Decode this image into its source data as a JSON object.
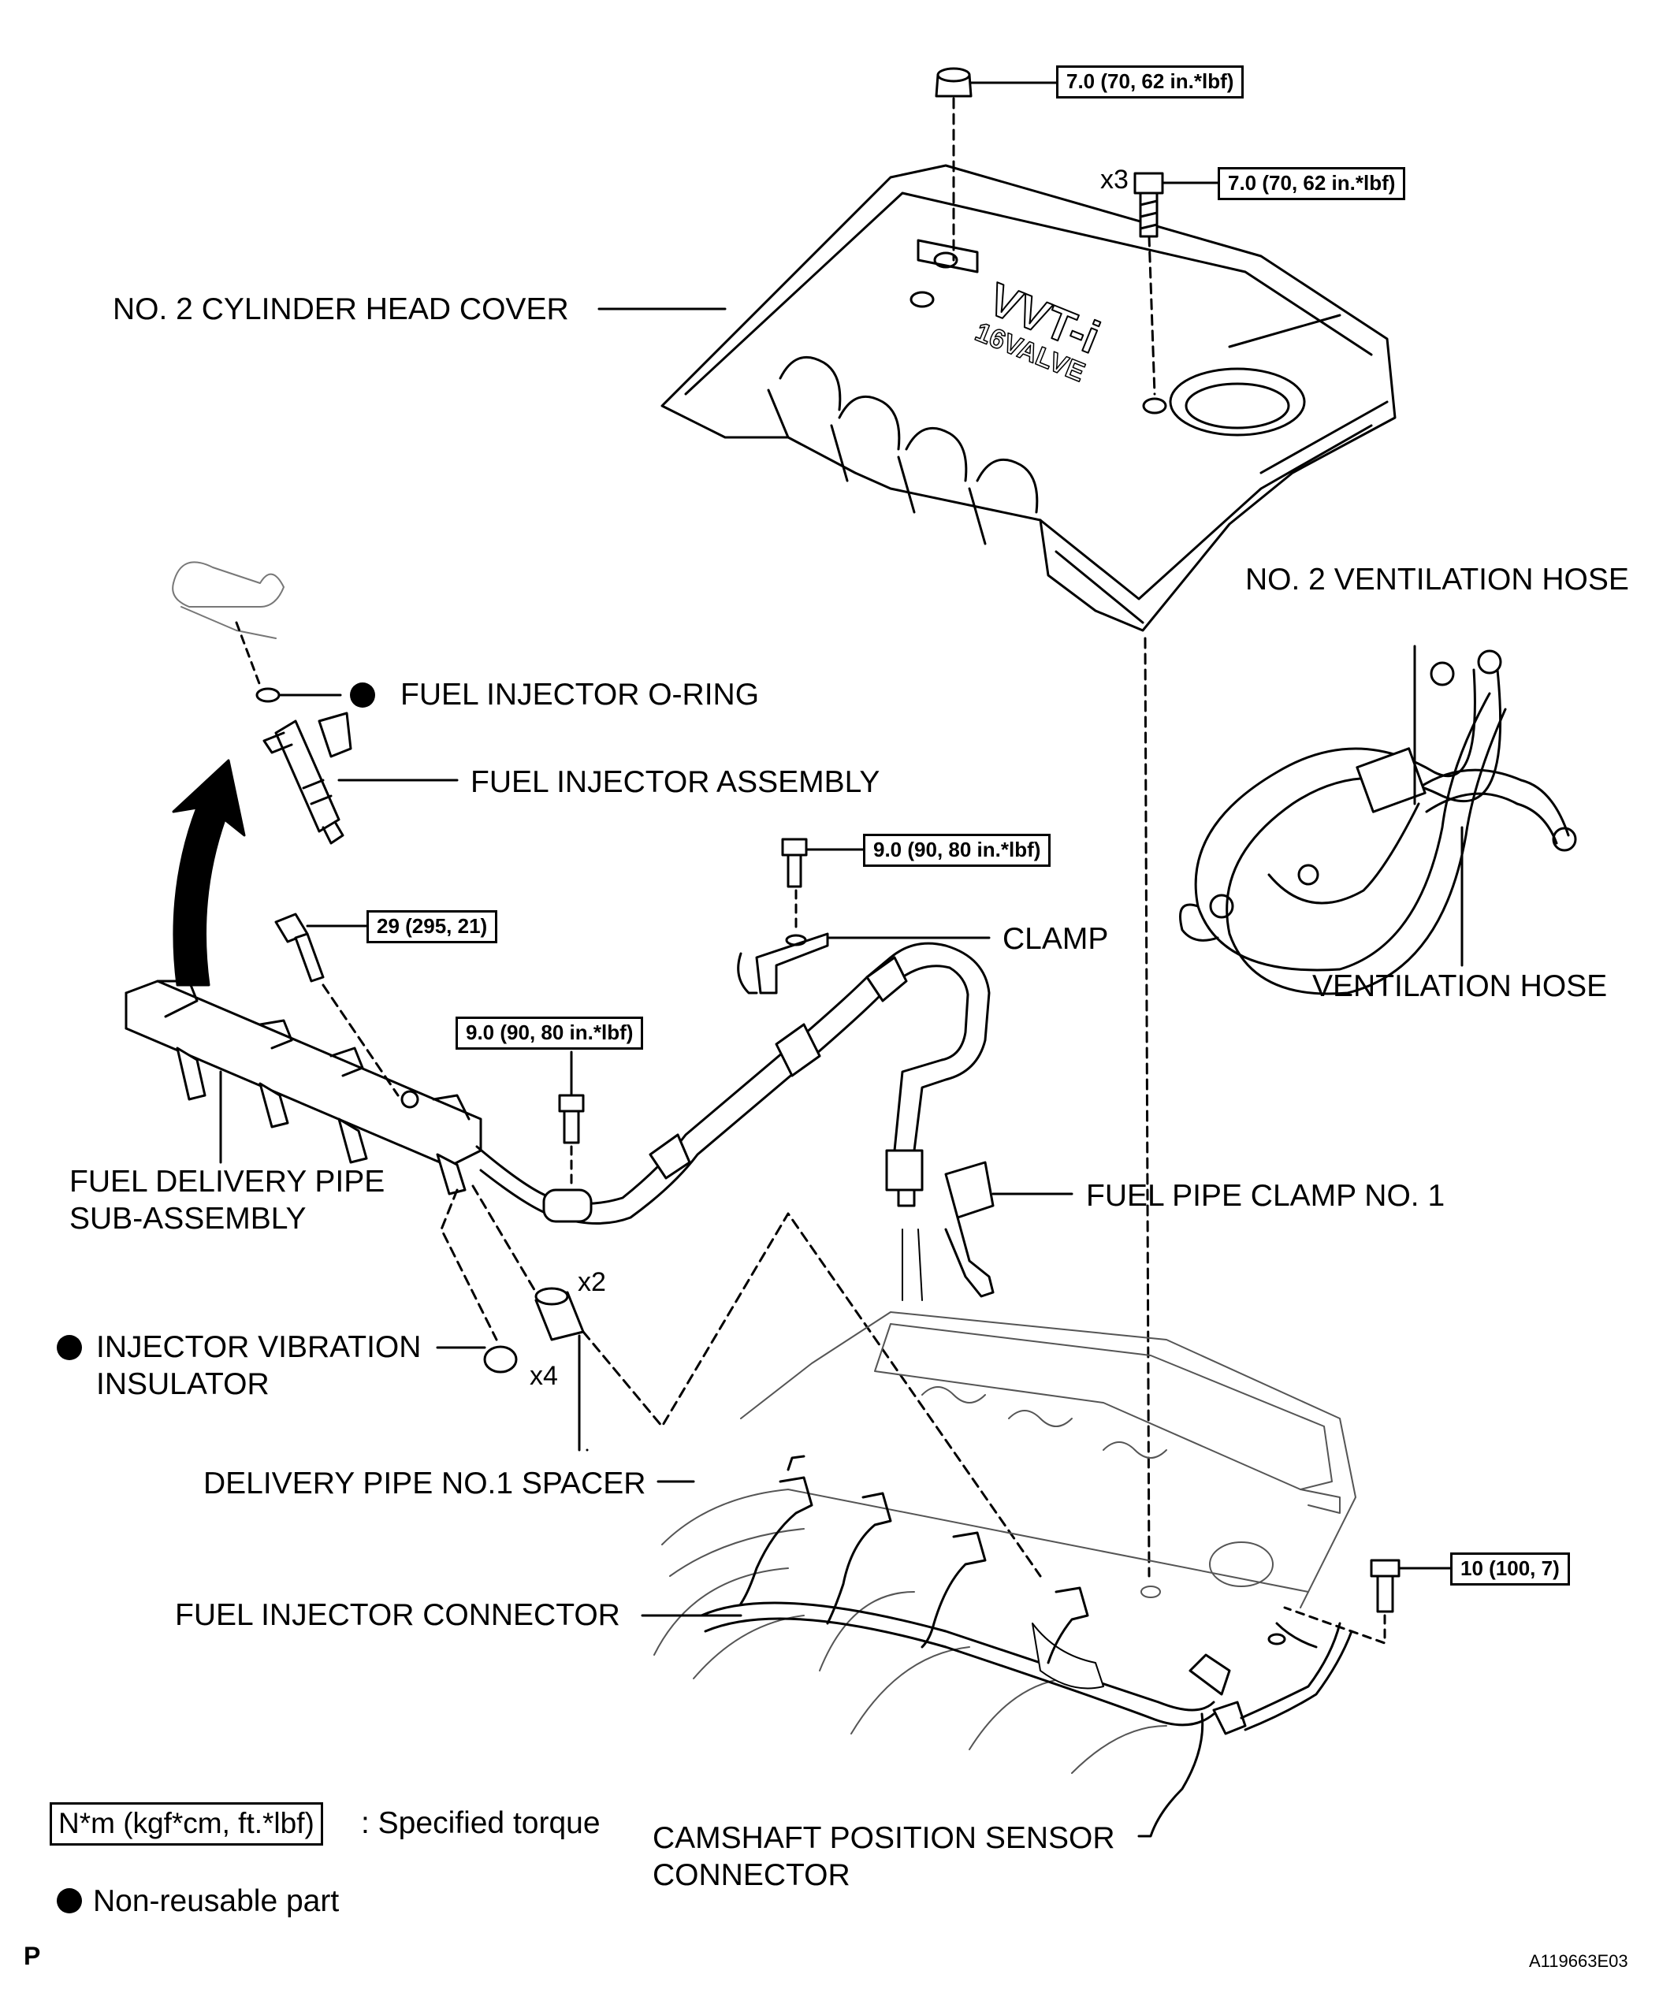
{
  "labels": {
    "no2_cylinder_head_cover": "NO. 2 CYLINDER HEAD COVER",
    "no2_ventilation_hose": "NO. 2 VENTILATION HOSE",
    "ventilation_hose": "VENTILATION HOSE",
    "fuel_injector_o_ring": "FUEL INJECTOR O-RING",
    "fuel_injector_assembly": "FUEL INJECTOR ASSEMBLY",
    "clamp": "CLAMP",
    "fuel_delivery_pipe_line1": "FUEL DELIVERY PIPE",
    "fuel_delivery_pipe_line2": "SUB-ASSEMBLY",
    "fuel_pipe_clamp_no1": "FUEL PIPE CLAMP NO. 1",
    "injector_vibration_insulator_line1": "INJECTOR VIBRATION",
    "injector_vibration_insulator_line2": "INSULATOR",
    "delivery_pipe_no1_spacer": "DELIVERY PIPE NO.1 SPACER",
    "fuel_injector_connector": "FUEL INJECTOR CONNECTOR",
    "camshaft_sensor_line1": "CAMSHAFT POSITION SENSOR",
    "camshaft_sensor_line2": "CONNECTOR"
  },
  "torques": {
    "cover_nut": "7.0 (70, 62 in.*lbf)",
    "cover_bolts": "7.0 (70, 62 in.*lbf)",
    "clamp_bolt": "9.0 (90, 80 in.*lbf)",
    "delivery_pipe_bolt": "29 (295, 21)",
    "pipe_bolt": "9.0 (90, 80 in.*lbf)",
    "bracket_bolt": "10 (100, 7)"
  },
  "quantities": {
    "cover_bolts": "x3",
    "spacer": "x2",
    "insulator": "x4"
  },
  "legend": {
    "torque_box": "N*m (kgf*cm, ft.*lbf)",
    "torque_text": ": Specified torque",
    "nonreusable_text": "Non-reusable part"
  },
  "footer": {
    "page_letter": "P",
    "figure_code": "A119663E03"
  },
  "embossed_text": {
    "vvti": "VVT-i",
    "valve": "16VALVE"
  }
}
